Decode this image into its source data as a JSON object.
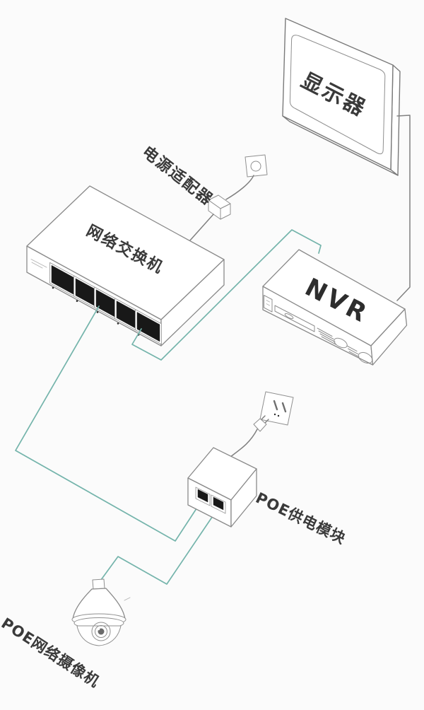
{
  "colors": {
    "background": "#fbfbfb",
    "outline": "#8a8a8a",
    "network_cable": "#74b4ab",
    "power_cable": "#808080",
    "port_fill": "#181818",
    "label_text": "#3a3a3a"
  },
  "devices": {
    "monitor": {
      "label": "显示器"
    },
    "power_adapter": {
      "label": "电源适配器"
    },
    "network_switch": {
      "label": "网络交换机"
    },
    "nvr": {
      "label": "NVR"
    },
    "poe_module": {
      "label": "POE供电模块"
    },
    "poe_camera": {
      "label": "POE网络摄像机"
    }
  }
}
